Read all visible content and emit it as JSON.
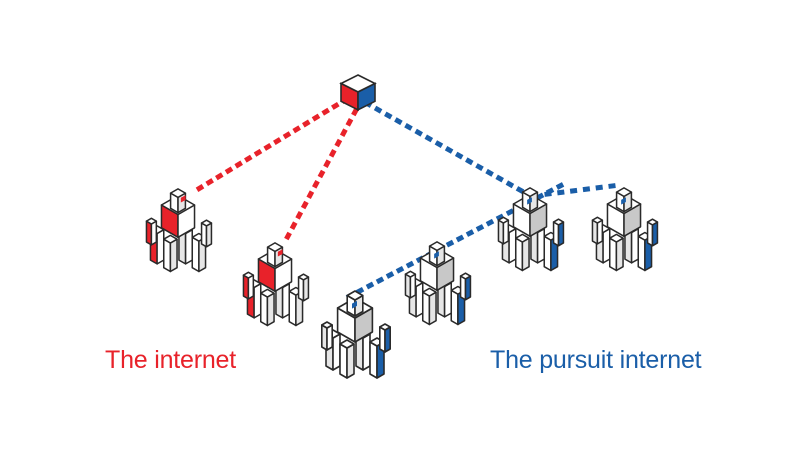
{
  "diagram": {
    "labels": {
      "left": "The internet",
      "right": "The pursuit internet"
    },
    "colors": {
      "red": "#e8222a",
      "blue": "#1a5ea8",
      "outline": "#2a2a2a",
      "face_light": "#ffffff",
      "face_mid": "#e6e6e6",
      "face_dark": "#c8c8c8"
    },
    "hub": {
      "icon": "cube-icon",
      "left_face": "red",
      "right_face": "blue"
    },
    "figures": [
      {
        "id": "figure-red-1",
        "accent": "red",
        "link": "red"
      },
      {
        "id": "figure-red-2",
        "accent": "red",
        "link": "red"
      },
      {
        "id": "figure-blue-1",
        "accent": "blue",
        "link": "blue"
      },
      {
        "id": "figure-blue-2",
        "accent": "blue",
        "link": "none"
      },
      {
        "id": "figure-blue-3",
        "accent": "blue",
        "link": "blue"
      },
      {
        "id": "figure-blue-4",
        "accent": "blue",
        "link": "blue"
      }
    ]
  }
}
